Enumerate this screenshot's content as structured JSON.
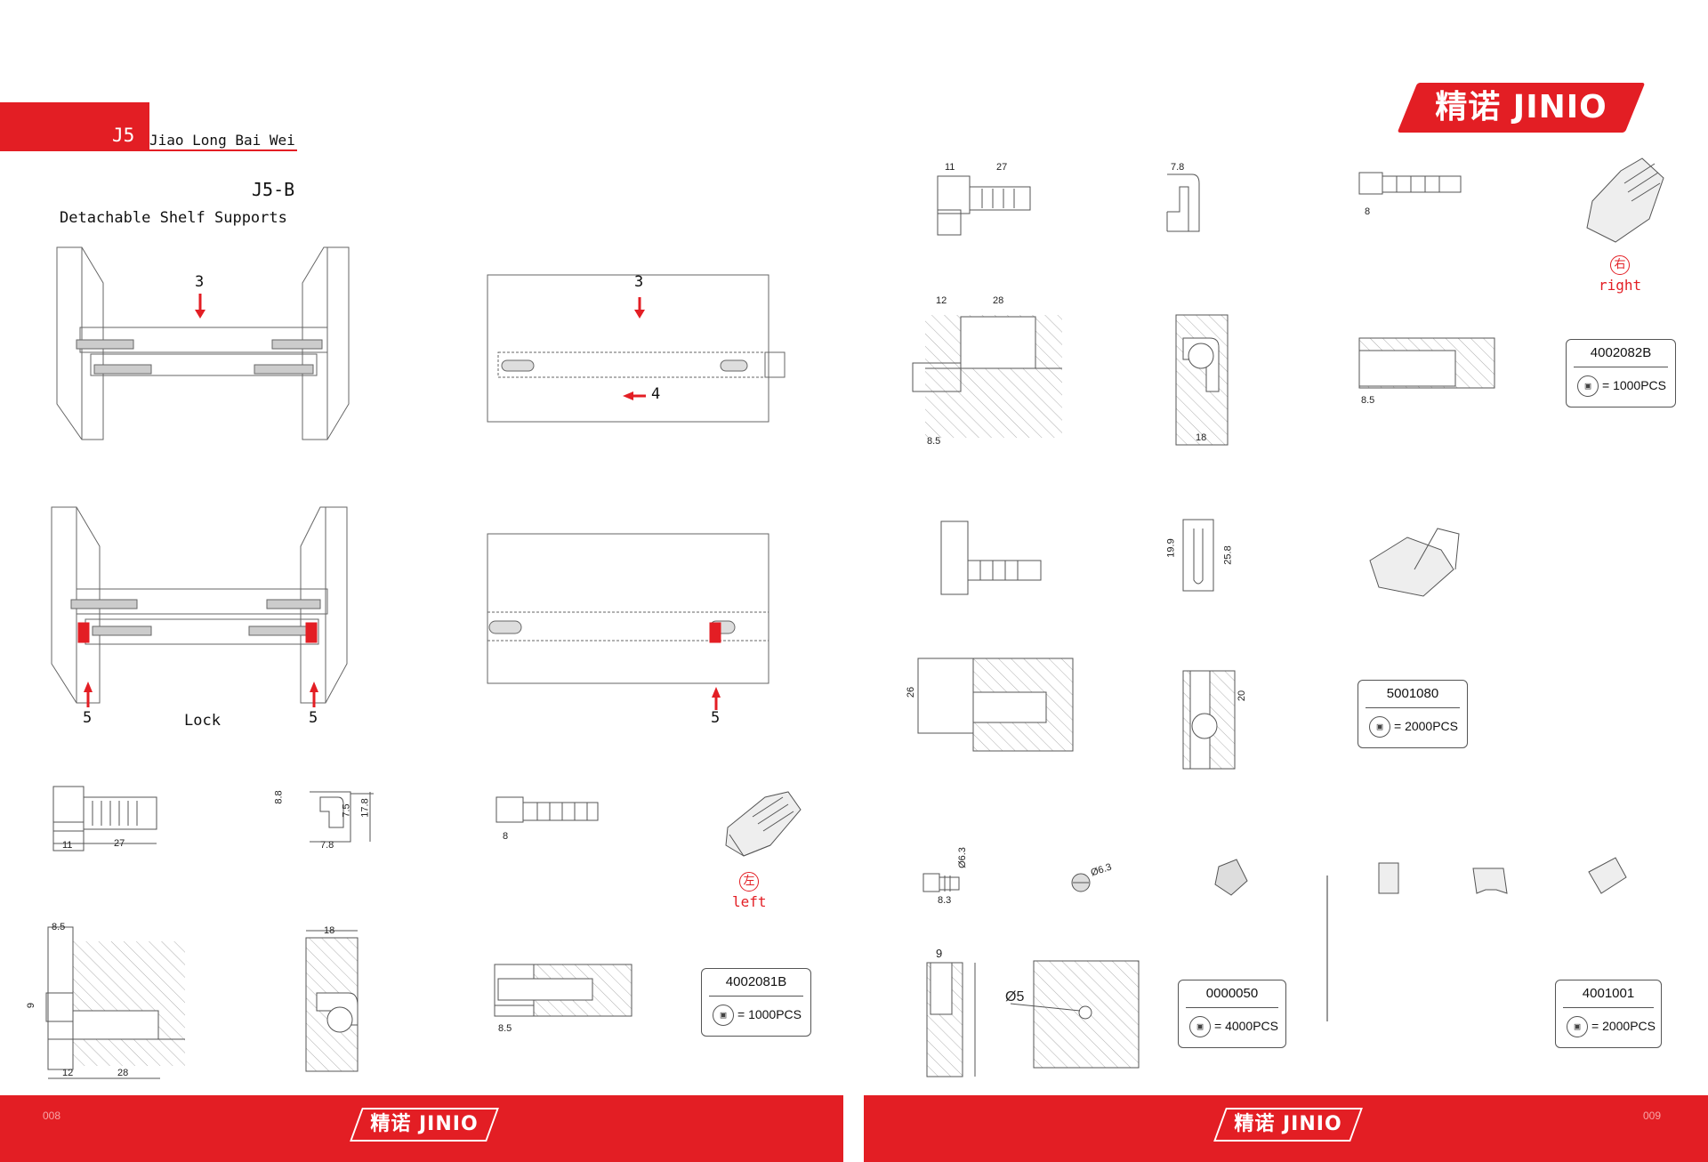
{
  "header": {
    "tag": "J5",
    "series_name": "Jiao Long Bai Wei",
    "model": "J5-B",
    "subtitle": "Detachable Shelf Supports",
    "brand_logo": "精诺 JINIO"
  },
  "assembly": {
    "step3_left": "3",
    "step3_right": "3",
    "step4": "4",
    "step5_a": "5",
    "step5_b": "5",
    "step5_c": "5",
    "lock_label": "Lock"
  },
  "hand_labels": {
    "left_cn": "左",
    "left_en": "left",
    "right_cn": "右",
    "right_en": "right"
  },
  "dimensions": {
    "d11": "11",
    "d27": "27",
    "d8_8": "8.8",
    "d7_5": "7.5",
    "d17_8": "17.8",
    "d7_8": "7.8",
    "d8": "8",
    "d8_5": "8.5",
    "d9": "9",
    "d12": "12",
    "d28": "28",
    "d18": "18",
    "d19_9": "19.9",
    "d25_8": "25.8",
    "d26": "26",
    "d20": "20",
    "d6_3": "Ø6.3",
    "d8_3": "8.3",
    "d6_3b": "Ø6.3",
    "d5": "Ø5"
  },
  "products": [
    {
      "code": "4002081B",
      "qty": "1000PCS"
    },
    {
      "code": "4002082B",
      "qty": "1000PCS"
    },
    {
      "code": "5001080",
      "qty": "2000PCS"
    },
    {
      "code": "0000050",
      "qty": "4000PCS"
    },
    {
      "code": "4001001",
      "qty": "2000PCS"
    }
  ],
  "qty_prefix": "=",
  "footer": {
    "page_left": "008",
    "page_right": "009",
    "logo": "精诺 JINIO"
  },
  "colors": {
    "accent": "#e31e24",
    "line": "#555555"
  }
}
